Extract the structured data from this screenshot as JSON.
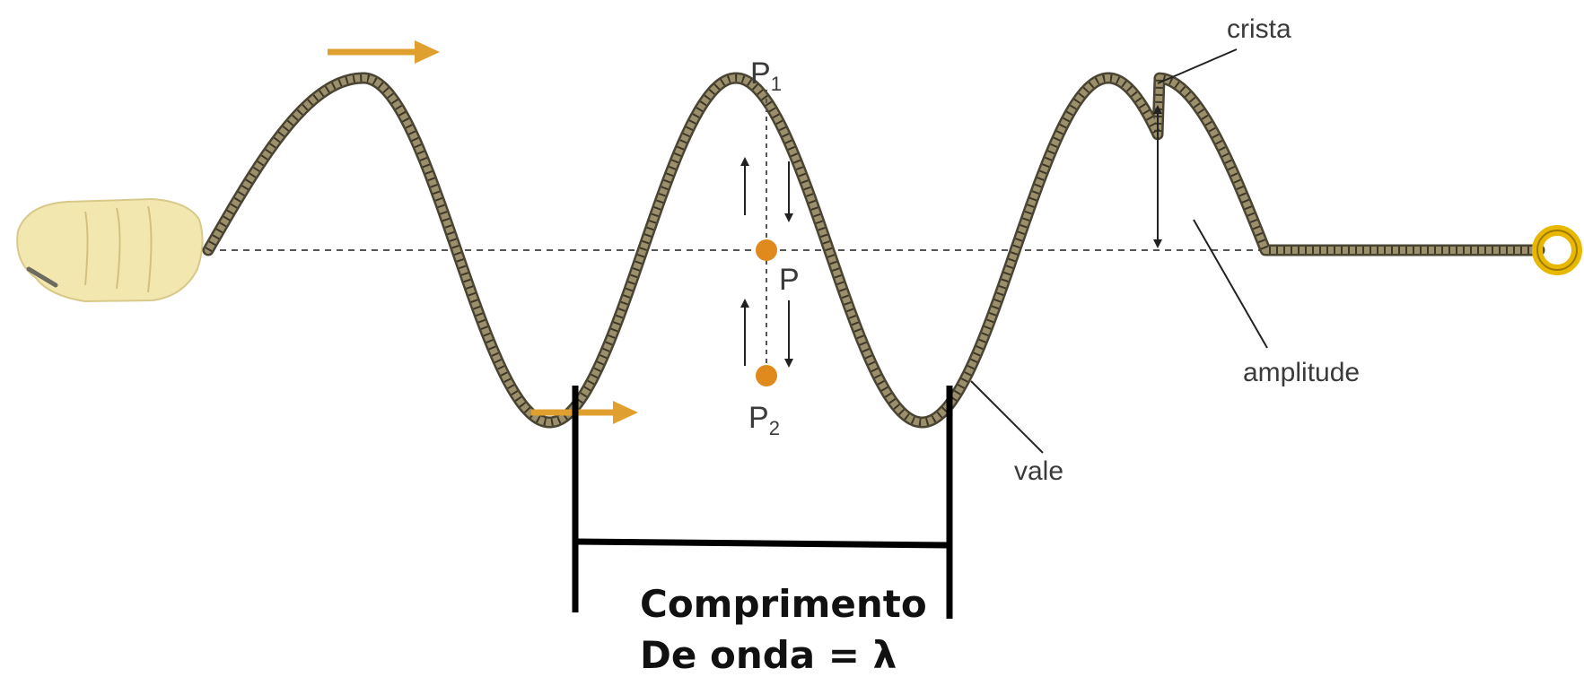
{
  "labels": {
    "p1_letter": "P",
    "p1_sub": "1",
    "p": "P",
    "p2_letter": "P",
    "p2_sub": "2",
    "crest": "crista",
    "amplitude": "amplitude",
    "trough": "vale",
    "wavelength_line1": "Comprimento",
    "wavelength_line2": "De onda = λ"
  },
  "colors": {
    "rope": "#8a7f63",
    "rope_dark": "#4a4433",
    "direction_arrow": "#e0a030",
    "point": "#e08a1e",
    "hand": "#f3e7b0",
    "ring": "#e8b800"
  }
}
